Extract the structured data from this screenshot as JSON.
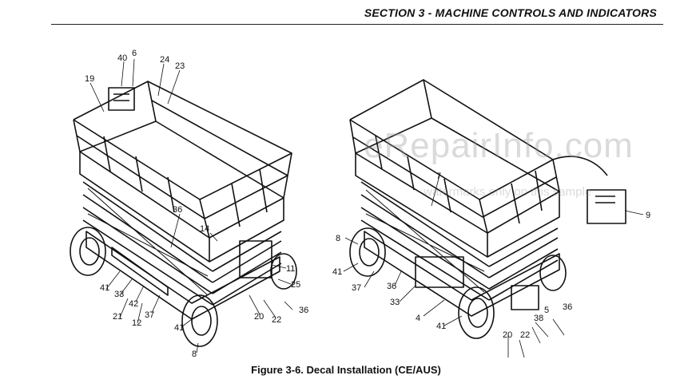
{
  "header": {
    "title": "SECTION 3 - MACHINE CONTROLS AND INDICATORS"
  },
  "figure": {
    "caption": "Figure 3-6. Decal Installation (CE/AUS)",
    "left_callouts": [
      "40",
      "6",
      "24",
      "23",
      "19",
      "36",
      "14",
      "11",
      "25",
      "36",
      "41",
      "33",
      "42",
      "37",
      "21",
      "12",
      "20",
      "22",
      "41",
      "8"
    ],
    "right_callouts": [
      "7",
      "9",
      "8",
      "41",
      "37",
      "36",
      "33",
      "4",
      "41",
      "20",
      "22",
      "38",
      "5",
      "36"
    ]
  },
  "watermark": {
    "text": "eRepairInfo.com",
    "sub": "watermarks only on this sample"
  }
}
